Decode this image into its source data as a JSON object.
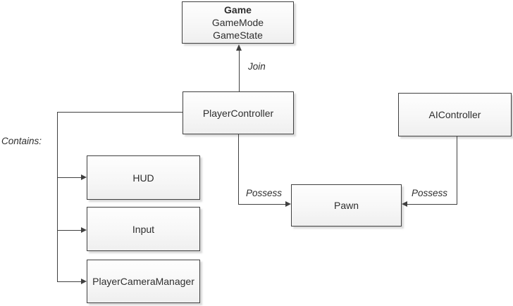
{
  "diagram": {
    "nodes": {
      "game": {
        "title": "Game",
        "subtitles": [
          "GameMode",
          "GameState"
        ]
      },
      "player_controller": {
        "label": "PlayerController"
      },
      "ai_controller": {
        "label": "AIController"
      },
      "hud": {
        "label": "HUD"
      },
      "input": {
        "label": "Input"
      },
      "player_camera_manager": {
        "label": "PlayerCameraManager"
      },
      "pawn": {
        "label": "Pawn"
      }
    },
    "edges": {
      "join": {
        "label": "Join",
        "from": "PlayerController",
        "to": "Game"
      },
      "contains": {
        "label": "Contains:",
        "from": "PlayerController",
        "to": [
          "HUD",
          "Input",
          "PlayerCameraManager"
        ]
      },
      "possess_left": {
        "label": "Possess",
        "from": "PlayerController",
        "to": "Pawn"
      },
      "possess_right": {
        "label": "Possess",
        "from": "AIController",
        "to": "Pawn"
      }
    },
    "colors": {
      "line": "#404040",
      "node_border": "#404040",
      "node_fill_top": "#fefefe",
      "node_fill_bottom": "#efefef",
      "text": "#2e2e2e",
      "background": "#ffffff"
    }
  }
}
